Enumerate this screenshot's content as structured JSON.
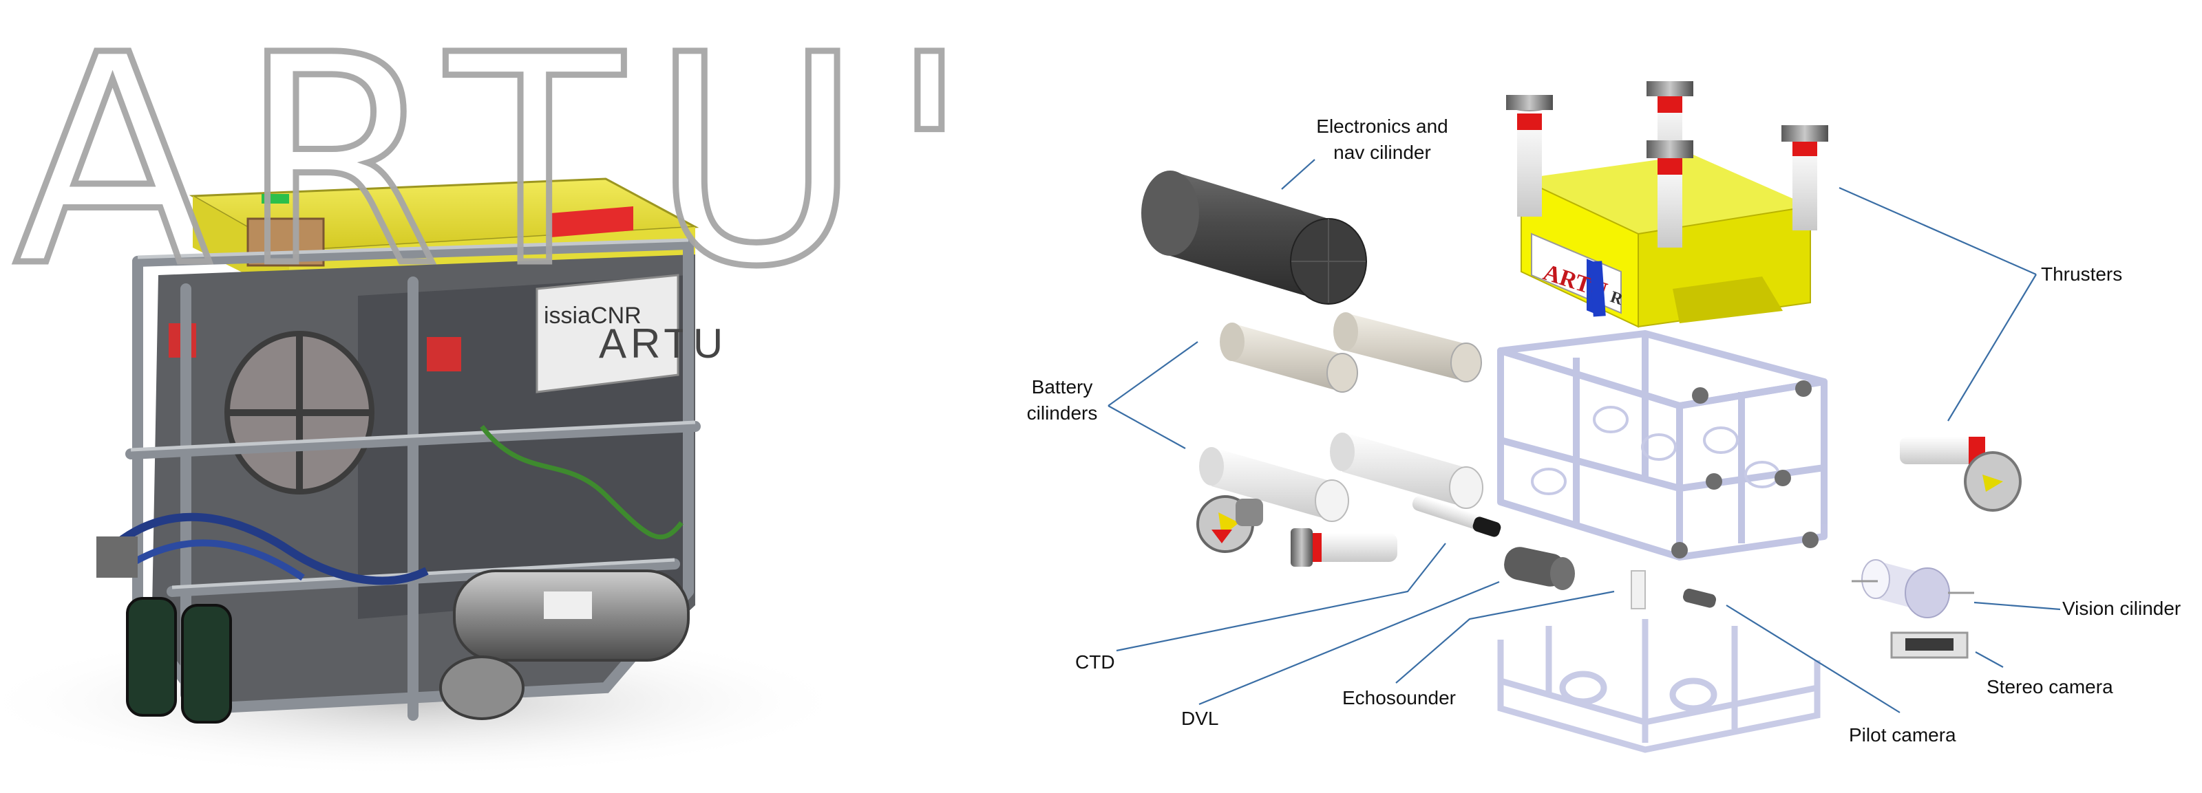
{
  "photo": {
    "brand_word": "ARTU'",
    "side_panel_brand": "ARTU",
    "side_panel_org": "issiaCNR"
  },
  "diagram": {
    "top_module_label": "ARTU",
    "top_module_suffix": "R",
    "labels": {
      "electronics": [
        "Electronics and",
        "nav cilinder"
      ],
      "thrusters": "Thrusters",
      "battery": [
        "Battery",
        "cilinders"
      ],
      "vision": "Vision cilinder",
      "stereo": "Stereo camera",
      "pilot": "Pilot camera",
      "echosounder": "Echosounder",
      "ctd": "CTD",
      "dvl": "DVL"
    }
  },
  "colors": {
    "leader_line": "#3a6ea5",
    "frame_yellow": "#e9e23a",
    "module_yellow": "#f4f200",
    "thruster_red": "#e01818",
    "wireframe": "#b9bde0"
  }
}
